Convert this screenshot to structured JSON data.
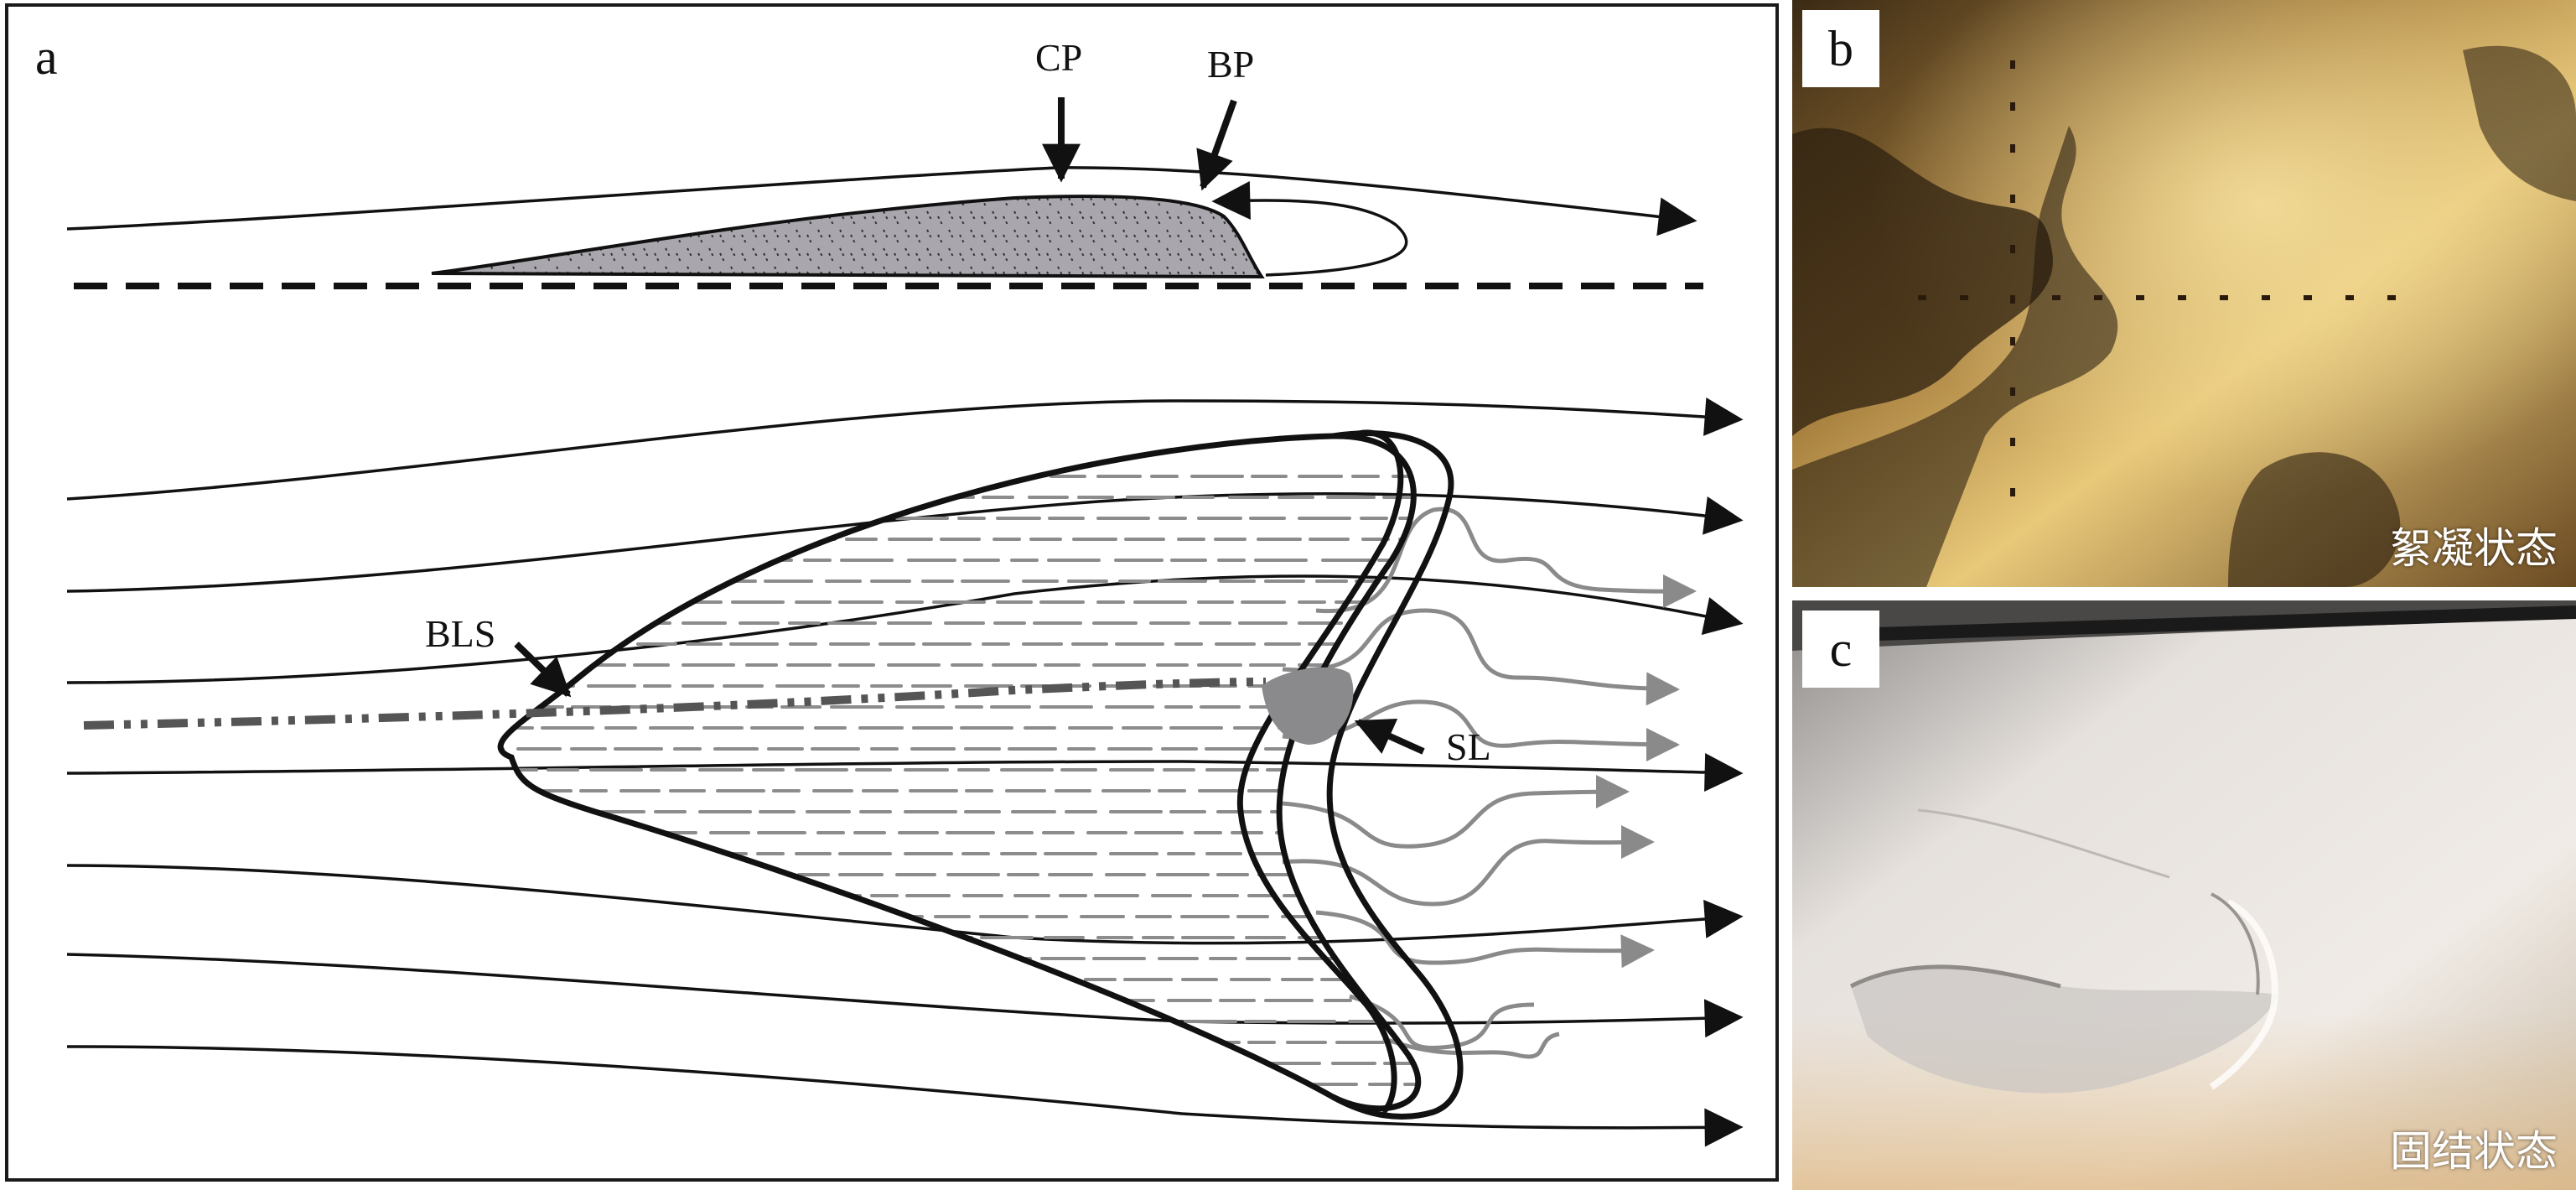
{
  "panel_a": {
    "letter": "a",
    "labels": {
      "cp": "CP",
      "bp": "BP",
      "bls": "BLS",
      "sl": "SL"
    }
  },
  "panel_b": {
    "letter": "b",
    "caption": "絮凝状态"
  },
  "panel_c": {
    "letter": "c",
    "caption": "固结状态"
  },
  "colors": {
    "line": "#111111",
    "gray_flow": "#8a8a8a",
    "fill_gray": "#a8a6ab",
    "dash_line": "#555555"
  }
}
